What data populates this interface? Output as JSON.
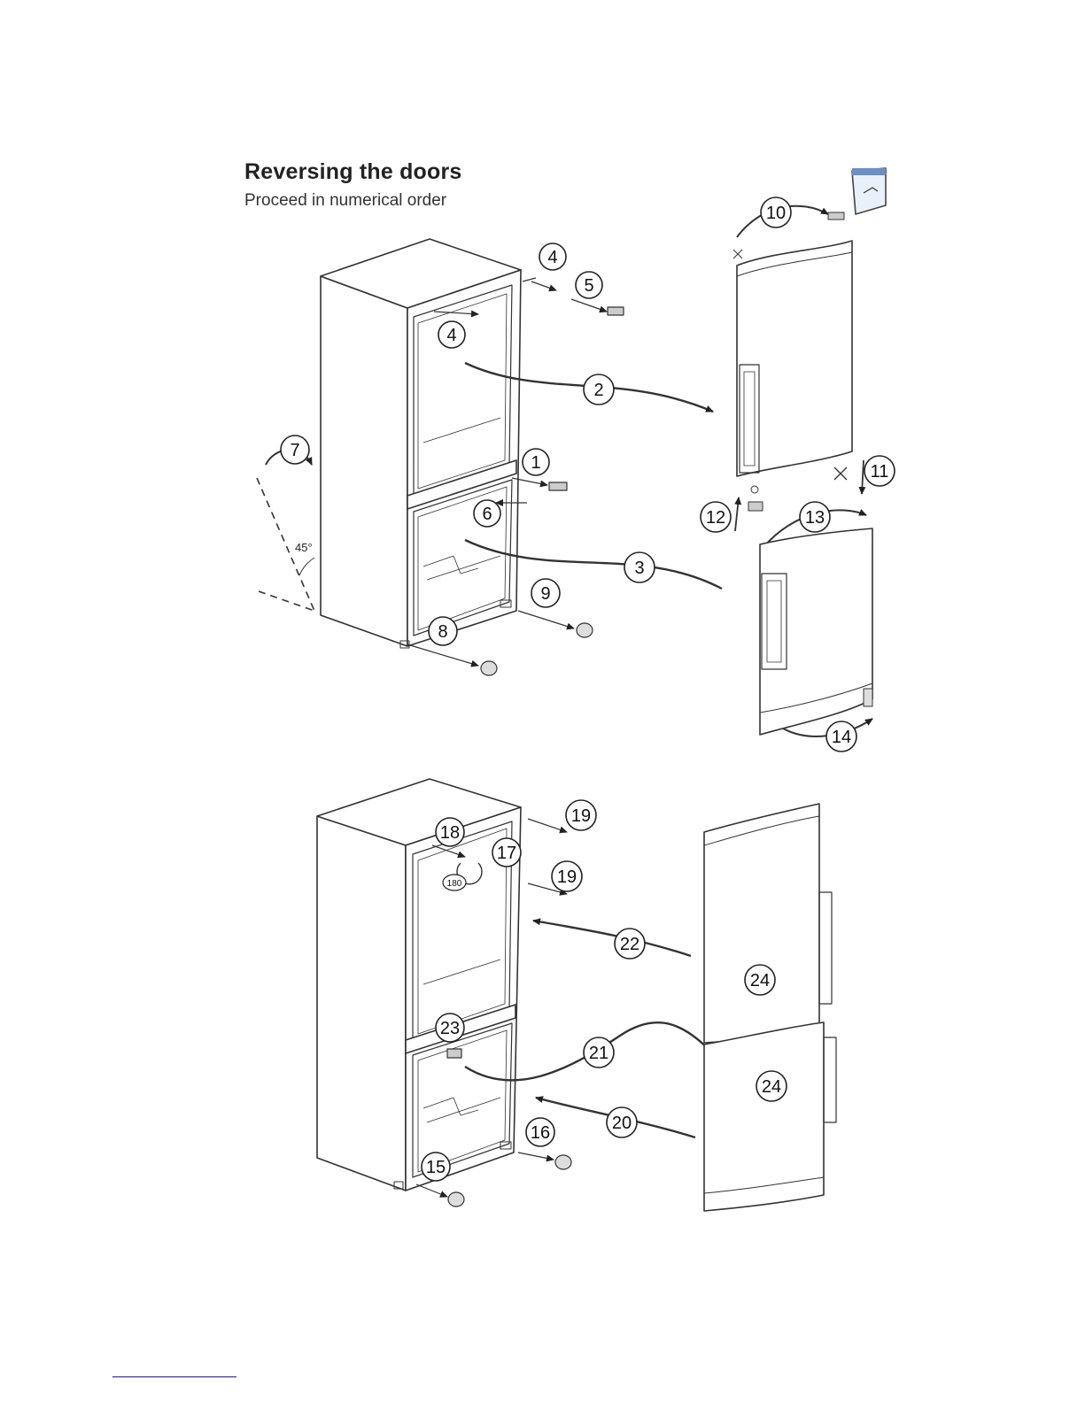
{
  "header": {
    "title": "Reversing the doors",
    "subtitle": "Proceed in numerical order"
  },
  "angle_label": "45°",
  "clip_label": "180",
  "step_labels": {
    "s1": "1",
    "s2": "2",
    "s3": "3",
    "s4a": "4",
    "s4b": "4",
    "s5": "5",
    "s6": "6",
    "s7": "7",
    "s8": "8",
    "s9": "9",
    "s10": "10",
    "s11": "11",
    "s12": "12",
    "s13": "13",
    "s14": "14",
    "s15": "15",
    "s16": "16",
    "s17": "17",
    "s18": "18",
    "s19a": "19",
    "s19b": "19",
    "s20": "20",
    "s21": "21",
    "s22": "22",
    "s23": "23",
    "s24a": "24",
    "s24b": "24"
  }
}
